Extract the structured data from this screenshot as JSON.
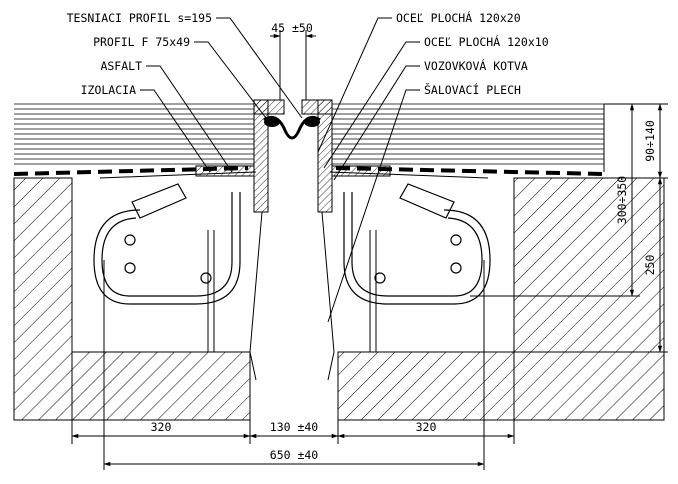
{
  "labels": {
    "left": [
      "TESNIACI PROFIL s=195",
      "PROFIL F 75x49",
      "ASFALT",
      "IZOLACIA"
    ],
    "right": [
      "OCEĽ PLOCHÁ 120x20",
      "OCEĽ PLOCHÁ 120x10",
      "VOZOVKOVÁ KOTVA",
      "ŠALOVACÍ PLECH"
    ]
  },
  "dimensions": {
    "top_gap": "45 ±50",
    "right_top": "90÷140",
    "right_mid": "300÷350",
    "right_low": "250",
    "bottom_left": "320",
    "bottom_center": "130 ±40",
    "bottom_right": "320",
    "bottom_total": "650 ±40"
  },
  "colors": {
    "line": "#000000",
    "background": "#ffffff"
  }
}
